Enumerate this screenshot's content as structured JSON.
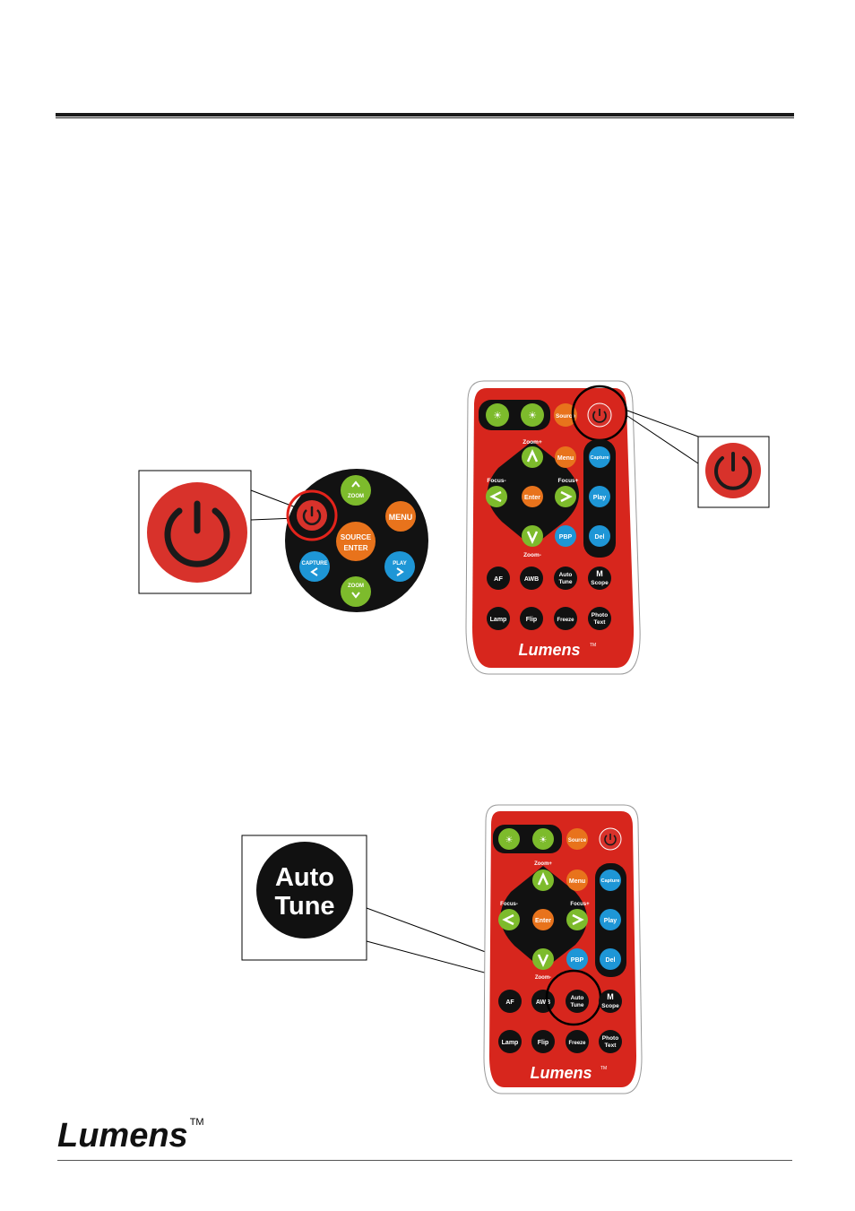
{
  "keypad": {
    "zoom_up": "ZOOM",
    "zoom_down": "ZOOM",
    "source": "SOURCE",
    "enter": "ENTER",
    "menu": "MENU",
    "capture": "CAPTURE",
    "play": "PLAY"
  },
  "remote": {
    "source": "Source",
    "zoom_plus": "Zoom+",
    "zoom_minus": "Zoom-",
    "focus_minus": "Focus-",
    "focus_plus": "Focus+",
    "menu": "Menu",
    "enter": "Enter",
    "capture": "Capture",
    "play": "Play",
    "pbp": "PBP",
    "del": "Del",
    "af": "AF",
    "awb": "AWB",
    "auto_tune_1": "Auto",
    "auto_tune_2": "Tune",
    "mscope_1": "M",
    "mscope_2": "Scope",
    "lamp": "Lamp",
    "flip": "Flip",
    "freeze": "Freeze",
    "photo_text_1": "Photo",
    "photo_text_2": "Text",
    "brand": "Lumens",
    "tm": "TM"
  },
  "callout": {
    "auto_1": "Auto",
    "auto_2": "Tune"
  },
  "footer": {
    "brand": "Lumens",
    "tm": "TM"
  },
  "colors": {
    "remote_red": "#d7261d",
    "green": "#7dbb2c",
    "orange": "#e8731c",
    "blue": "#1e96d6",
    "black": "#111111"
  }
}
